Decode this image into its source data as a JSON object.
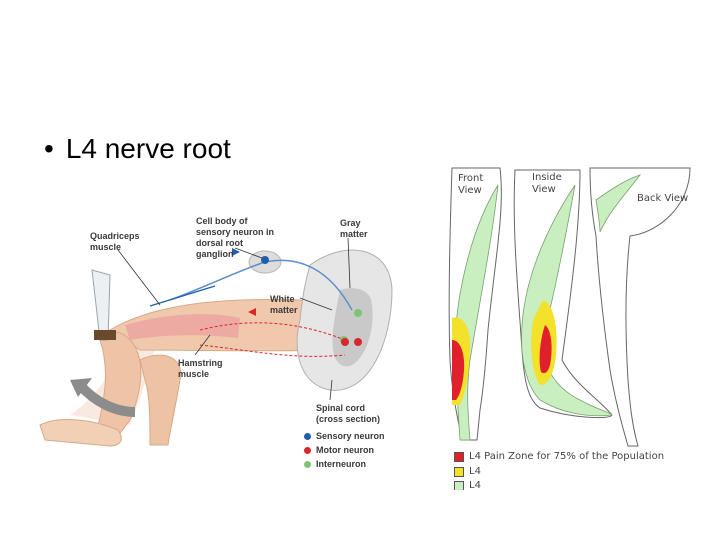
{
  "slide": {
    "bullet_symbol": "•",
    "title": "L4 nerve root"
  },
  "reflex": {
    "labels": {
      "quadriceps": "Quadriceps\nmuscle",
      "cell_body": "Cell body of\nsensory neuron in\ndorsal root\nganglion",
      "gray": "Gray\nmatter",
      "white": "White\nmatter",
      "hamstring": "Hamstring\nmuscle",
      "spinal_cord": "Spinal cord\n(cross section)"
    },
    "legend": [
      {
        "label": "Sensory neuron",
        "color": "#1f5fa8"
      },
      {
        "label": "Motor neuron",
        "color": "#d9262b"
      },
      {
        "label": "Interneuron",
        "color": "#7cc576"
      }
    ]
  },
  "dermatome": {
    "views": {
      "front": "Front\nView",
      "inside": "Inside\nView",
      "back": "Back View"
    },
    "legend": [
      {
        "label": "L4 Pain Zone for 75% of the Population",
        "color": "#e0202a"
      },
      {
        "label": "L4",
        "color": "#f3e12a"
      },
      {
        "label": "L4",
        "color": "#c9eec0"
      }
    ]
  }
}
